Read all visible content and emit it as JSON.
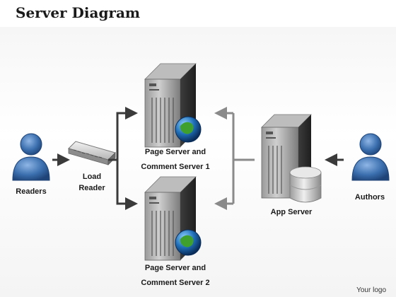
{
  "title": "Server Diagram",
  "nodes": {
    "readers": "Readers",
    "load_reader_line1": "Load",
    "load_reader_line2": "Reader",
    "page_server1_line1": "Page Server and",
    "page_server1_line2": "Comment  Server 1",
    "page_server2_line1": "Page Server and",
    "page_server2_line2": "Comment  Server 2",
    "app_server": "App Server",
    "authors": "Authors"
  },
  "icons": {
    "person": "person-icon",
    "switch": "network-switch-icon",
    "server": "server-tower-icon",
    "globe": "globe-icon",
    "database": "database-icon"
  },
  "colors": {
    "person": "#3b6fae",
    "arrow": "#3a3a3a",
    "arrow_light": "#8a8a8a",
    "server": "#707070"
  },
  "footer": {
    "logo_text": "Your logo"
  }
}
